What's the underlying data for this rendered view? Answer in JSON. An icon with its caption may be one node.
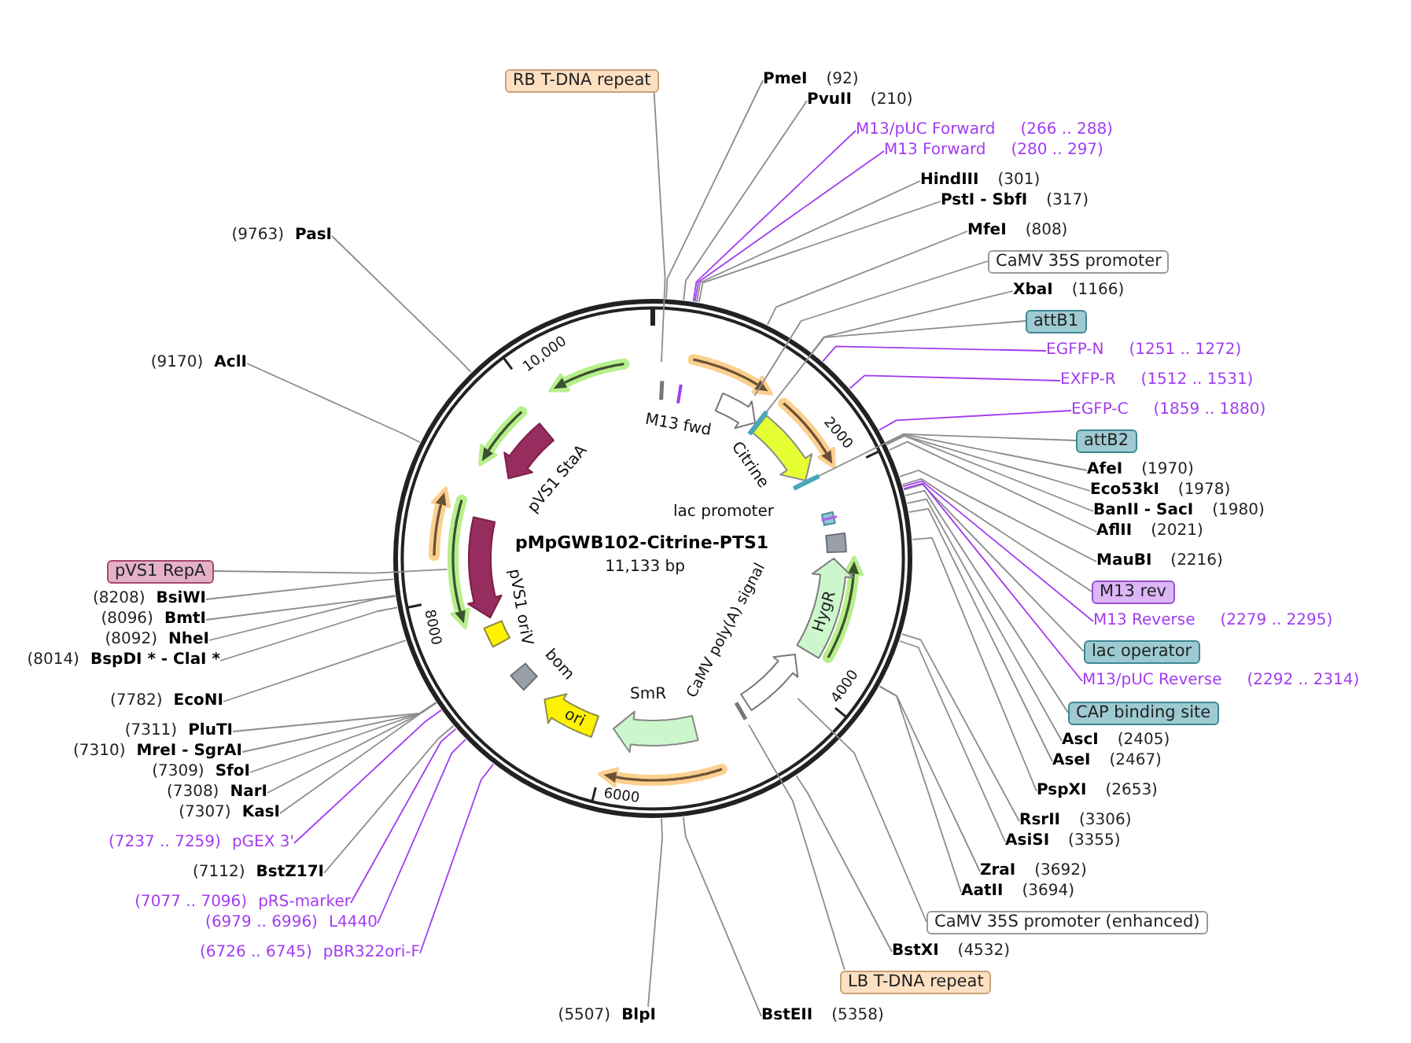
{
  "diagram": {
    "title": "pMpGWB102-Citrine-PTS1",
    "nodes": [
      {
        "text": [
          "RB T-DNA repeat"
        ]
      },
      {
        "text": [
          "PmeI",
          "(92)"
        ]
      },
      {
        "text": [
          "PvuII",
          "(210)"
        ]
      },
      {
        "text": [
          "M13/pUC Forward",
          "(266 .. 288)"
        ]
      },
      {
        "text": [
          "M13 Forward",
          "(280 .. 297)"
        ]
      },
      {
        "text": [
          "HindIII",
          "(301)"
        ]
      },
      {
        "text": [
          "PstI - SbfI",
          "(317)"
        ]
      },
      {
        "text": [
          "MfeI",
          "(808)"
        ]
      },
      {
        "text": [
          "CaMV 35S promoter"
        ]
      },
      {
        "text": [
          "XbaI",
          "(1166)"
        ]
      },
      {
        "text": [
          "attB1"
        ]
      },
      {
        "text": [
          "EGFP-N",
          "(1251 .. 1272)"
        ]
      },
      {
        "text": [
          "EXFP-R",
          "(1512 .. 1531)"
        ]
      },
      {
        "text": [
          "EGFP-C",
          "(1859 .. 1880)"
        ]
      },
      {
        "text": [
          "attB2"
        ]
      },
      {
        "text": [
          "AfeI",
          "(1970)"
        ]
      },
      {
        "text": [
          "Eco53kI",
          "(1978)"
        ]
      },
      {
        "text": [
          "BanII - SacI",
          "(1980)"
        ]
      },
      {
        "text": [
          "AflII",
          "(2021)"
        ]
      },
      {
        "text": [
          "MauBI",
          "(2216)"
        ]
      },
      {
        "text": [
          "M13 rev"
        ]
      },
      {
        "text": [
          "M13 Reverse",
          "(2279 .. 2295)"
        ]
      },
      {
        "text": [
          "lac operator"
        ]
      },
      {
        "text": [
          "M13/pUC Reverse",
          "(2292 .. 2314)"
        ]
      },
      {
        "text": [
          "CAP binding site"
        ]
      },
      {
        "text": [
          "AscI",
          "(2405)"
        ]
      },
      {
        "text": [
          "AseI",
          "(2467)"
        ]
      },
      {
        "text": [
          "PspXI",
          "(2653)"
        ]
      },
      {
        "text": [
          "RsrII",
          "(3306)"
        ]
      },
      {
        "text": [
          "AsiSI",
          "(3355)"
        ]
      },
      {
        "text": [
          "ZraI",
          "(3692)"
        ]
      },
      {
        "text": [
          "AatII",
          "(3694)"
        ]
      },
      {
        "text": [
          "CaMV 35S promoter (enhanced)"
        ]
      },
      {
        "text": [
          "BstXI",
          "(4532)"
        ]
      },
      {
        "text": [
          "LB T-DNA repeat"
        ]
      },
      {
        "text": [
          "BstEII",
          "(5358)"
        ]
      },
      {
        "text": [
          "(5507)",
          "BlpI"
        ]
      },
      {
        "text": [
          "(6726 .. 6745)",
          "pBR322ori-F"
        ]
      },
      {
        "text": [
          "(6979 .. 6996)",
          "L4440"
        ]
      },
      {
        "text": [
          "(7077 .. 7096)",
          "pRS-marker"
        ]
      },
      {
        "text": [
          "(7112)",
          "BstZ17I"
        ]
      },
      {
        "text": [
          "(7237 .. 7259)",
          "pGEX 3'"
        ]
      },
      {
        "text": [
          "(7307)",
          "KasI"
        ]
      },
      {
        "text": [
          "(7308)",
          "NarI"
        ]
      },
      {
        "text": [
          "(7309)",
          "SfoI"
        ]
      },
      {
        "text": [
          "(7310)",
          "MreI - SgrAI"
        ]
      },
      {
        "text": [
          "(7311)",
          "PluTI"
        ]
      },
      {
        "text": [
          "(7782)",
          "EcoNI"
        ]
      },
      {
        "text": [
          "(8014)",
          "BspDI * - ClaI *"
        ]
      },
      {
        "text": [
          "(8092)",
          "NheI"
        ]
      },
      {
        "text": [
          "(8096)",
          "BmtI"
        ]
      },
      {
        "text": [
          "(8208)",
          "BsiWI"
        ]
      },
      {
        "text": [
          "pVS1 RepA"
        ]
      },
      {
        "text": [
          "(9170)",
          "AclI"
        ]
      },
      {
        "text": [
          "(9763)",
          "PasI"
        ]
      },
      {
        "text": [
          "HygR"
        ]
      },
      {
        "text": [
          "ori"
        ]
      }
    ],
    "edges": [
      {
        "from": 0,
        "to": null,
        "arrow": "none"
      },
      {
        "from": 1,
        "to": null,
        "arrow": "none"
      },
      {
        "from": 2,
        "to": null,
        "arrow": "none"
      },
      {
        "from": 3,
        "to": null,
        "arrow": "none",
        "color": "#a23cf0"
      },
      {
        "from": 4,
        "to": null,
        "arrow": "none",
        "color": "#a23cf0"
      },
      {
        "from": 5,
        "to": null,
        "arrow": "none"
      },
      {
        "from": 6,
        "to": null,
        "arrow": "none"
      },
      {
        "from": 7,
        "to": null,
        "arrow": "none"
      },
      {
        "from": 8,
        "to": null,
        "arrow": "none"
      },
      {
        "from": 9,
        "to": null,
        "arrow": "none"
      },
      {
        "from": 10,
        "to": null,
        "arrow": "none"
      },
      {
        "from": 11,
        "to": null,
        "arrow": "none",
        "color": "#a23cf0"
      },
      {
        "from": 12,
        "to": null,
        "arrow": "none",
        "color": "#a23cf0"
      },
      {
        "from": 13,
        "to": null,
        "arrow": "none",
        "color": "#a23cf0"
      },
      {
        "from": 14,
        "to": null,
        "arrow": "none"
      },
      {
        "from": 15,
        "to": null,
        "arrow": "none"
      },
      {
        "from": 16,
        "to": null,
        "arrow": "none"
      },
      {
        "from": 17,
        "to": null,
        "arrow": "none"
      },
      {
        "from": 18,
        "to": null,
        "arrow": "none"
      },
      {
        "from": 19,
        "to": null,
        "arrow": "none"
      },
      {
        "from": 20,
        "to": null,
        "arrow": "none"
      },
      {
        "from": 21,
        "to": null,
        "arrow": "none",
        "color": "#a23cf0"
      },
      {
        "from": 22,
        "to": null,
        "arrow": "none"
      },
      {
        "from": 23,
        "to": null,
        "arrow": "none",
        "color": "#a23cf0"
      },
      {
        "from": 24,
        "to": null,
        "arrow": "none"
      },
      {
        "from": 25,
        "to": null,
        "arrow": "none"
      },
      {
        "from": 26,
        "to": null,
        "arrow": "none"
      },
      {
        "from": 27,
        "to": null,
        "arrow": "none"
      },
      {
        "from": 28,
        "to": null,
        "arrow": "none"
      },
      {
        "from": 29,
        "to": null,
        "arrow": "none"
      },
      {
        "from": 30,
        "to": null,
        "arrow": "none"
      },
      {
        "from": 31,
        "to": null,
        "arrow": "none"
      },
      {
        "from": 32,
        "to": null,
        "arrow": "none"
      },
      {
        "from": 33,
        "to": null,
        "arrow": "none"
      },
      {
        "from": 34,
        "to": null,
        "arrow": "none"
      },
      {
        "from": 35,
        "to": null,
        "arrow": "none"
      },
      {
        "from": 36,
        "to": null,
        "arrow": "none"
      },
      {
        "from": 37,
        "to": null,
        "arrow": "none",
        "color": "#a23cf0"
      },
      {
        "from": 38,
        "to": null,
        "arrow": "none",
        "color": "#a23cf0"
      },
      {
        "from": 39,
        "to": null,
        "arrow": "none",
        "color": "#a23cf0"
      },
      {
        "from": 40,
        "to": null,
        "arrow": "none"
      },
      {
        "from": 41,
        "to": null,
        "arrow": "none",
        "color": "#a23cf0"
      },
      {
        "from": 42,
        "to": null,
        "arrow": "none"
      },
      {
        "from": 43,
        "to": null,
        "arrow": "none"
      },
      {
        "from": 44,
        "to": null,
        "arrow": "none"
      },
      {
        "from": 45,
        "to": null,
        "arrow": "none"
      },
      {
        "from": 46,
        "to": null,
        "arrow": "none"
      },
      {
        "from": 47,
        "to": null,
        "arrow": "none"
      },
      {
        "from": 48,
        "to": null,
        "arrow": "none"
      },
      {
        "from": 49,
        "to": null,
        "arrow": "none"
      },
      {
        "from": 50,
        "to": null,
        "arrow": "none"
      },
      {
        "from": 51,
        "to": null,
        "arrow": "none"
      },
      {
        "from": 52,
        "to": null,
        "arrow": "none"
      },
      {
        "from": 53,
        "to": null,
        "arrow": "none"
      },
      {
        "from": 54,
        "to": null,
        "arrow": "none"
      }
    ],
    "labels": [
      "10,000",
      "M13 fwd",
      "2000",
      "Citrine",
      "pVS1 StaA",
      "lac promoter",
      "11,133 bp",
      "pVS1 oriV",
      "8000",
      "CaMV poly(A) signal",
      "bom",
      "4000",
      "SmR",
      "6000"
    ]
  }
}
